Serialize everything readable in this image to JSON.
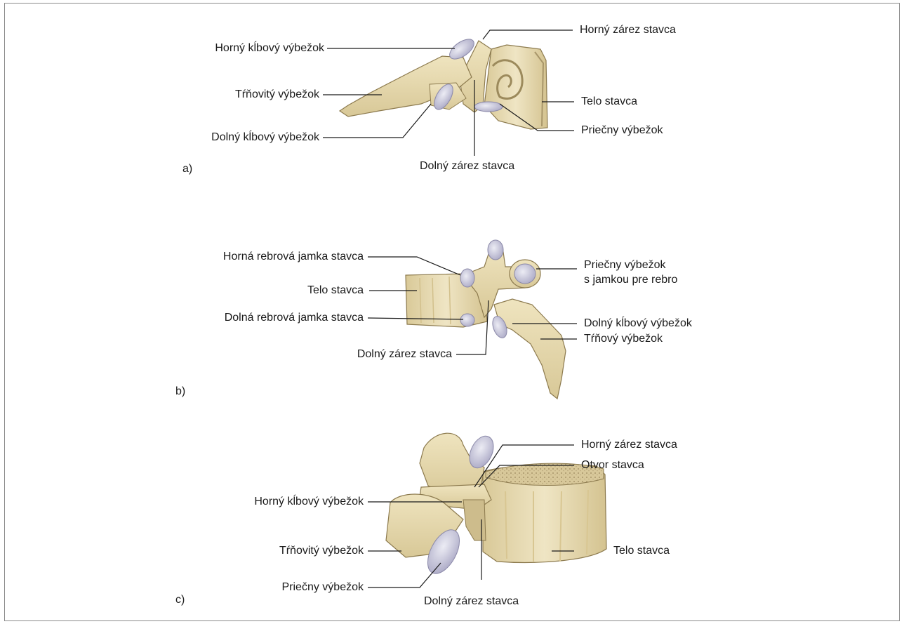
{
  "figure_a": {
    "tag": "a)",
    "labels": {
      "horny_klbovy_vybezok": "Horný kĺbový výbežok",
      "trnovity_vybezok": "Tŕňovitý výbežok",
      "dolny_klbovy_vybezok": "Dolný kĺbový výbežok",
      "horny_zarez_stavca": "Horný zárez stavca",
      "telo_stavca": "Telo stavca",
      "priecny_vybezok": "Priečny výbežok",
      "dolny_zarez_stavca": "Dolný zárez stavca"
    }
  },
  "figure_b": {
    "tag": "b)",
    "labels": {
      "horna_rebrova_jamka": "Horná rebrová jamka stavca",
      "telo_stavca": "Telo stavca",
      "dolna_rebrova_jamka": "Dolná rebrová jamka stavca",
      "dolny_zarez_stavca": "Dolný zárez stavca",
      "priecny_vybezok_line1": "Priečny výbežok",
      "priecny_vybezok_line2": "s jamkou pre rebro",
      "dolny_klbovy_vybezok": "Dolný kĺbový výbežok",
      "trnovy_vybezok": "Tŕňový výbežok"
    }
  },
  "figure_c": {
    "tag": "c)",
    "labels": {
      "horny_zarez_stavca": "Horný zárez stavca",
      "otvor_stavca": "Otvor stavca",
      "horny_klbovy_vybezok": "Horný kĺbový výbežok",
      "trnovity_vybezok": "Tŕňovitý výbežok",
      "telo_stavca": "Telo stavca",
      "priecny_vybezok": "Priečny výbežok",
      "dolny_zarez_stavca": "Dolný zárez stavca"
    }
  },
  "colors": {
    "bone": "#e6d9b0",
    "bone_shadow": "#c9b888",
    "bone_outline": "#8c7a4e",
    "cartilage": "#c9c8dc",
    "leader": "#1a1a1a",
    "frame": "#8a8a8a"
  }
}
